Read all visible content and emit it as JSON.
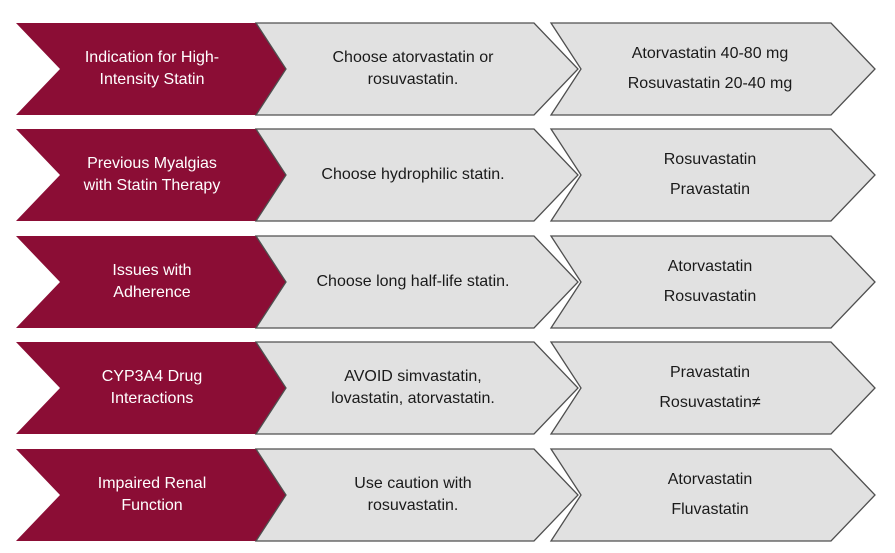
{
  "rows": [
    {
      "condition": [
        "Indication for High-",
        "Intensity Statin"
      ],
      "recommendation": [
        "Choose atorvastatin or",
        "rosuvastatin."
      ],
      "options": [
        "Atorvastatin 40-80 mg",
        "Rosuvastatin 20-40 mg"
      ]
    },
    {
      "condition": [
        "Previous Myalgias",
        "with Statin Therapy"
      ],
      "recommendation": [
        "Choose hydrophilic statin."
      ],
      "options": [
        "Rosuvastatin",
        "Pravastatin"
      ]
    },
    {
      "condition": [
        "Issues with",
        "Adherence"
      ],
      "recommendation": [
        "Choose long half-life statin."
      ],
      "options": [
        "Atorvastatin",
        "Rosuvastatin"
      ]
    },
    {
      "condition": [
        "CYP3A4 Drug",
        "Interactions"
      ],
      "recommendation": [
        "AVOID simvastatin,",
        "lovastatin, atorvastatin."
      ],
      "options": [
        "Pravastatin",
        "Rosuvastatin≠"
      ]
    },
    {
      "condition": [
        "Impaired Renal",
        "Function"
      ],
      "recommendation": [
        "Use caution with",
        "rosuvastatin."
      ],
      "options": [
        "Atorvastatin",
        "Fluvastatin"
      ]
    }
  ],
  "colors": {
    "condition_fill": "#8b0d35",
    "arrow_fill": "#e1e1e1",
    "arrow_stroke": "#4f4f4f"
  }
}
